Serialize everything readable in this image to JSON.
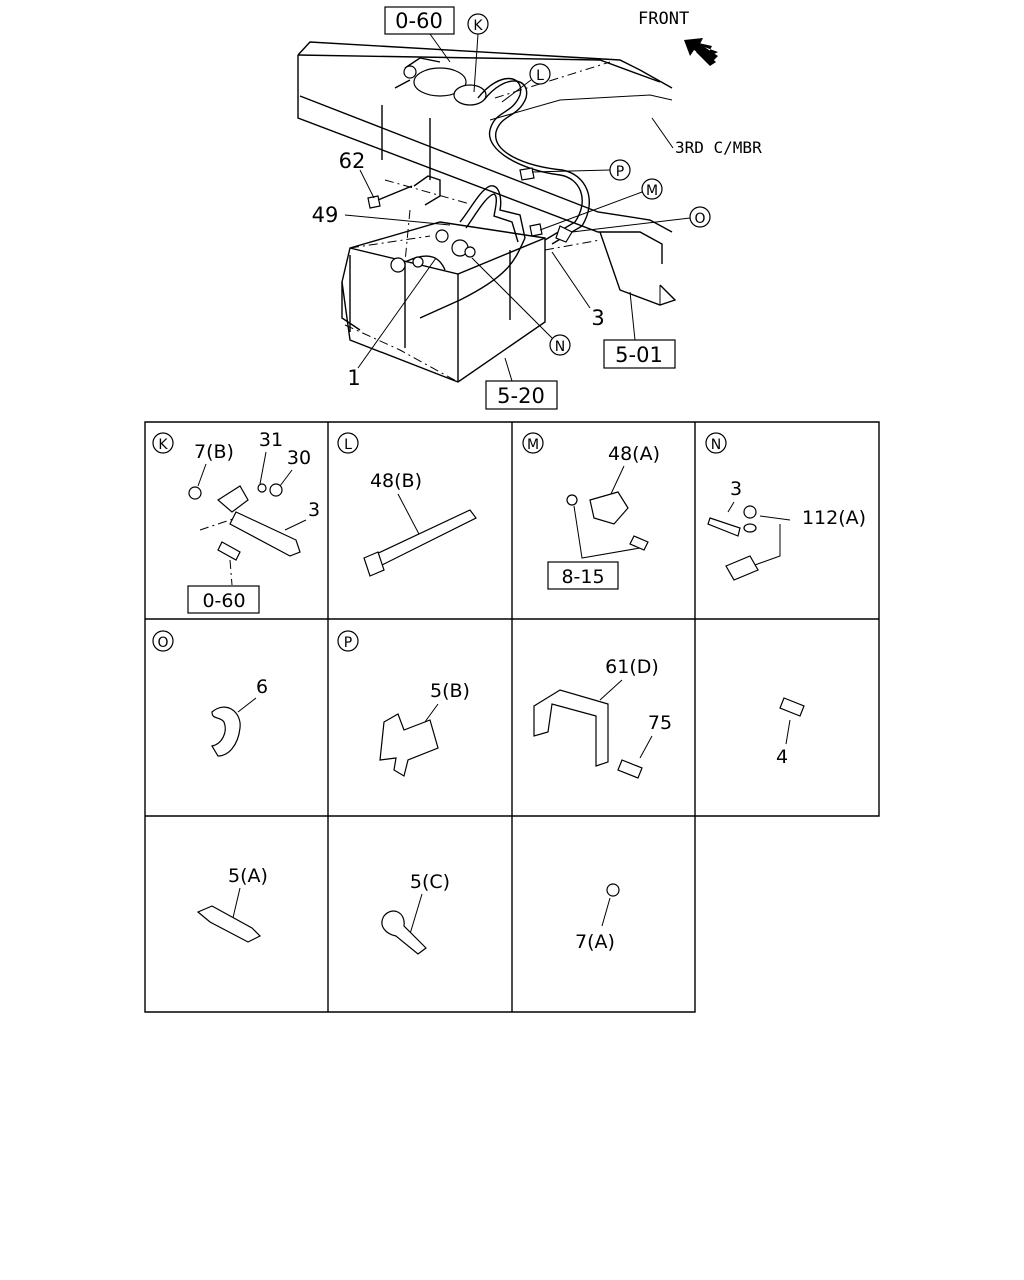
{
  "colors": {
    "ink": "#000000",
    "paper": "#ffffff"
  },
  "main": {
    "front_label": "FRONT",
    "member_label": "3RD C/MBR",
    "refs": {
      "top": "0-60",
      "frame": "5-01",
      "battery": "5-20"
    },
    "callouts": {
      "k": "K",
      "l": "L",
      "p": "P",
      "m": "M",
      "o": "O",
      "n": "N"
    },
    "numbers": {
      "n62": "62",
      "n49": "49",
      "n3": "3",
      "n1": "1"
    }
  },
  "details": {
    "k": {
      "letter": "K",
      "labels": {
        "a": "7(B)",
        "b": "31",
        "c": "30",
        "d": "3"
      },
      "ref": "0-60"
    },
    "l": {
      "letter": "L",
      "labels": {
        "a": "48(B)"
      }
    },
    "m": {
      "letter": "M",
      "labels": {
        "a": "48(A)"
      },
      "ref": "8-15"
    },
    "n": {
      "letter": "N",
      "labels": {
        "a": "3",
        "b": "112(A)"
      }
    },
    "o": {
      "letter": "O",
      "labels": {
        "a": "6"
      }
    },
    "p": {
      "letter": "P",
      "labels": {
        "a": "5(B)"
      }
    },
    "q": {
      "labels": {
        "a": "61(D)",
        "b": "75"
      }
    },
    "r": {
      "labels": {
        "a": "4"
      }
    },
    "s": {
      "labels": {
        "a": "5(A)"
      }
    },
    "t": {
      "labels": {
        "a": "5(C)"
      }
    },
    "u": {
      "labels": {
        "a": "7(A)"
      }
    }
  }
}
